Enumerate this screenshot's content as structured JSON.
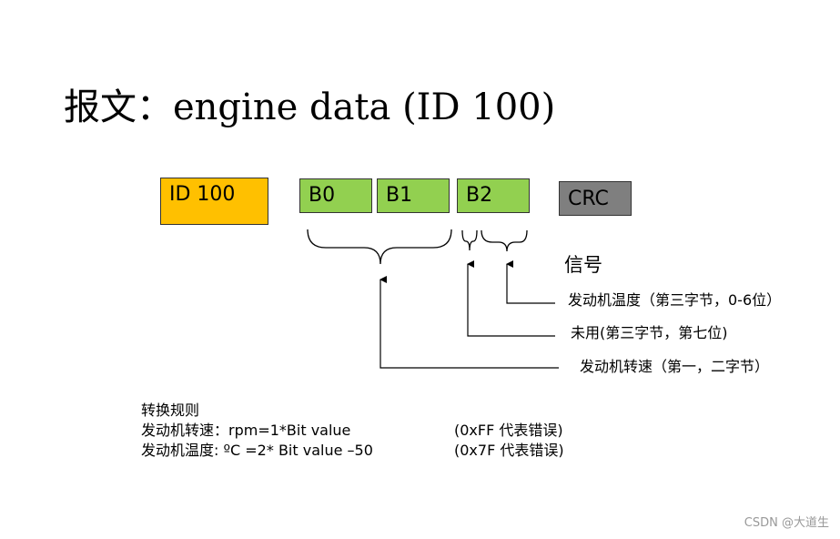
{
  "title": "报文：engine data (ID 100)",
  "frame": {
    "id_label": "ID 100",
    "bytes": [
      "B0",
      "B1",
      "B2"
    ],
    "crc_label": "CRC"
  },
  "signals": {
    "heading": "信号",
    "engine_temp": "发动机温度（第三字节，0-6位）",
    "unused": "未用(第三字节，第七位)",
    "engine_speed": "发动机转速（第一，二字节）"
  },
  "conversion": {
    "heading": "转换规则",
    "rows": [
      {
        "label": "发动机转速：rpm=1*Bit value",
        "note": "(0xFF 代表错误)"
      },
      {
        "label": "发动机温度: ºC =2* Bit value –50",
        "note": "(0x7F 代表错误)"
      }
    ]
  },
  "colors": {
    "id_box": "#ffc000",
    "data_box": "#92d050",
    "crc_box": "#7f7f7f"
  },
  "watermark": "CSDN @大道生"
}
